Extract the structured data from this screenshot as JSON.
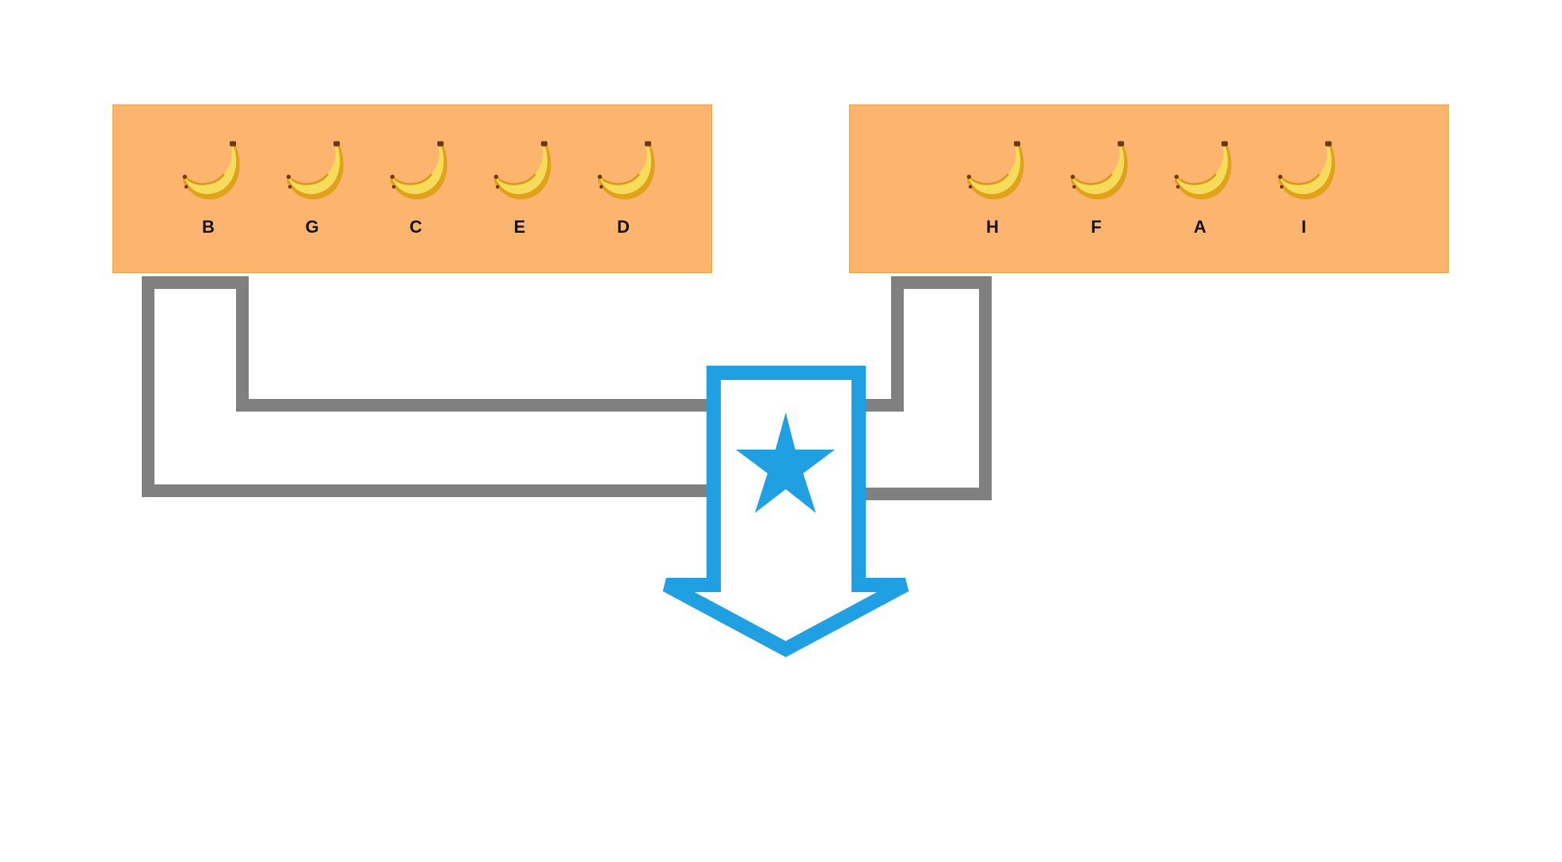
{
  "groups": [
    {
      "name": "left-group",
      "items": [
        "B",
        "G",
        "C",
        "E",
        "D"
      ]
    },
    {
      "name": "right-group",
      "items": [
        "H",
        "F",
        "A",
        "I"
      ]
    }
  ],
  "icons": {
    "item_icon": "banana-icon",
    "arrow_icon": "down-arrow-icon",
    "arrow_symbol": "star-icon"
  },
  "colors": {
    "box_fill": "#fdb46f",
    "box_border": "#f0a040",
    "connector": "#808080",
    "arrow": "#1fa0e3",
    "banana_body": "#f2bd1e",
    "banana_highlight": "#f7db5a"
  }
}
